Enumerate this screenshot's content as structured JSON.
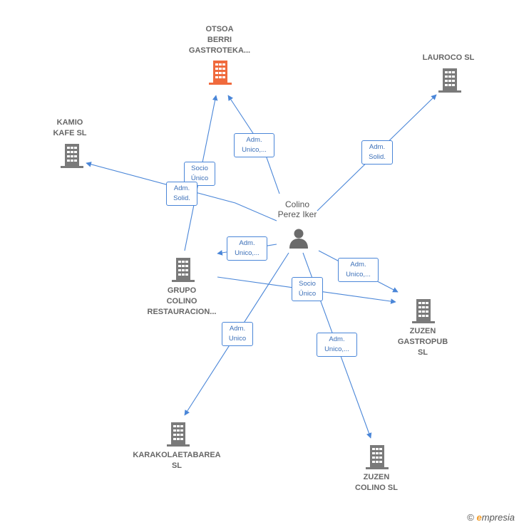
{
  "colors": {
    "edge": "#4a86d8",
    "building": "#7a7a7a",
    "highlight": "#f06a3d",
    "person": "#6b6b6b"
  },
  "person": {
    "label": "Colino\nPerez Iker"
  },
  "companies": {
    "otsoa": {
      "label": "OTSOA\nBERRI\nGASTROTEKA...",
      "highlight": true
    },
    "lauroco": {
      "label": "LAUROCO  SL"
    },
    "kamio": {
      "label": "KAMIO\nKAFE SL"
    },
    "grupo": {
      "label": "GRUPO\nCOLINO\nRESTAURACION..."
    },
    "zuzen_gastropub": {
      "label": "ZUZEN\nGASTROPUB\nSL"
    },
    "karakola": {
      "label": "KARAKOLAETABAREA\nSL"
    },
    "zuzen_colino": {
      "label": "ZUZEN\nCOLINO SL"
    }
  },
  "edges": {
    "e1": "Adm.\nUnico,...",
    "e2": "Adm.\nSolid.",
    "e3": "Socio\nÚnico",
    "e4": "Adm.\nSolid.",
    "e5": "Adm.\nUnico,...",
    "e6": "Adm.\nUnico,...",
    "e7": "Socio\nÚnico",
    "e8": "Adm.\nUnico",
    "e9": "Adm.\nUnico,..."
  },
  "footer": {
    "copyright": "©",
    "brand_initial": "e",
    "brand_rest": "mpresia"
  }
}
